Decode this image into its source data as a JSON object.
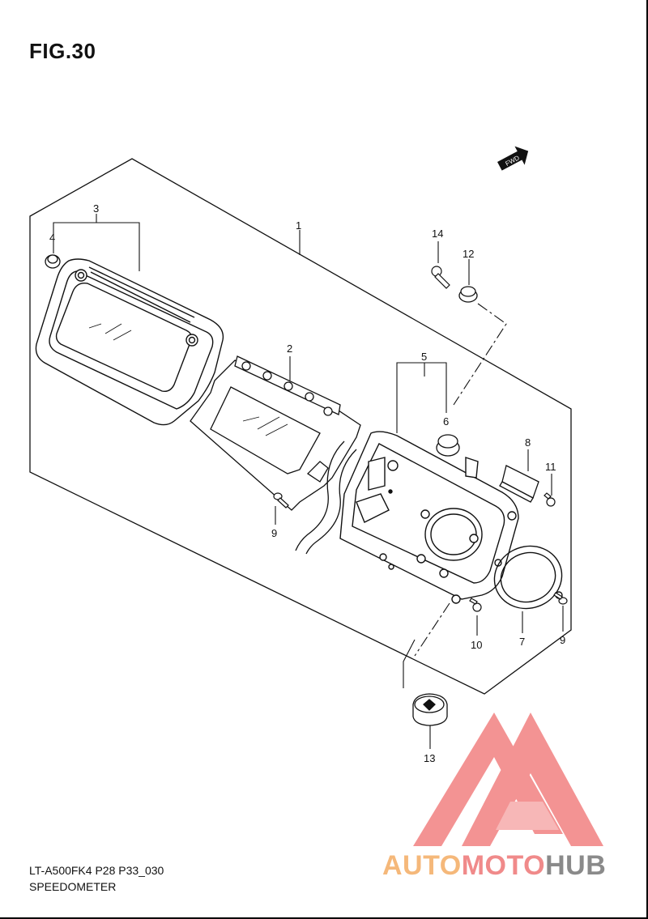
{
  "figure": {
    "title": "FIG.30",
    "code": "LT-A500FK4 P28 P33_030",
    "name": "SPEEDOMETER"
  },
  "fwd_label": "FWD",
  "callouts": [
    "1",
    "2",
    "3",
    "4",
    "5",
    "6",
    "7",
    "8",
    "9",
    "9",
    "10",
    "11",
    "12",
    "13",
    "14"
  ],
  "watermark": {
    "part1": "AUTO",
    "part2": "MOTO",
    "part3": "HUB",
    "colors": {
      "auto": "#f5b87a",
      "moto": "#f08a8a",
      "hub": "#8a8a8a",
      "logo": "#f07070"
    }
  }
}
